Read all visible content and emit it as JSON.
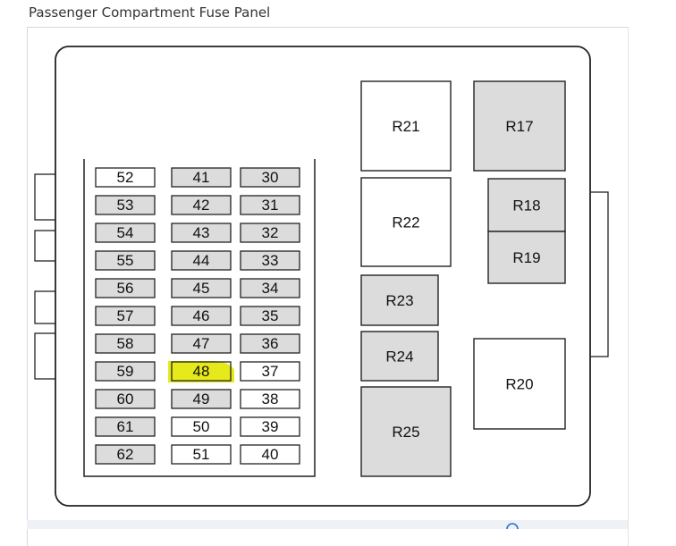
{
  "page": {
    "title": "Passenger Compartment Fuse Panel"
  },
  "colors": {
    "gray_fill": "#dcdcdc",
    "white_fill": "#ffffff",
    "outline": "#222222",
    "highlight": "#e6ea1a"
  },
  "icons": {
    "footer": "zoom-icon"
  },
  "fuse_grid": {
    "columns": [
      {
        "fuses": [
          {
            "label": "52",
            "shaded": false
          },
          {
            "label": "53",
            "shaded": true
          },
          {
            "label": "54",
            "shaded": true
          },
          {
            "label": "55",
            "shaded": true
          },
          {
            "label": "56",
            "shaded": true
          },
          {
            "label": "57",
            "shaded": true
          },
          {
            "label": "58",
            "shaded": true
          },
          {
            "label": "59",
            "shaded": true
          },
          {
            "label": "60",
            "shaded": true
          },
          {
            "label": "61",
            "shaded": true
          },
          {
            "label": "62",
            "shaded": true
          }
        ]
      },
      {
        "fuses": [
          {
            "label": "41",
            "shaded": true
          },
          {
            "label": "42",
            "shaded": true
          },
          {
            "label": "43",
            "shaded": true
          },
          {
            "label": "44",
            "shaded": true
          },
          {
            "label": "45",
            "shaded": true
          },
          {
            "label": "46",
            "shaded": true
          },
          {
            "label": "47",
            "shaded": true
          },
          {
            "label": "48",
            "shaded": true,
            "highlighted": true
          },
          {
            "label": "49",
            "shaded": true
          },
          {
            "label": "50",
            "shaded": false
          },
          {
            "label": "51",
            "shaded": false
          }
        ]
      },
      {
        "fuses": [
          {
            "label": "30",
            "shaded": true
          },
          {
            "label": "31",
            "shaded": true
          },
          {
            "label": "32",
            "shaded": true
          },
          {
            "label": "33",
            "shaded": true
          },
          {
            "label": "34",
            "shaded": true
          },
          {
            "label": "35",
            "shaded": true
          },
          {
            "label": "36",
            "shaded": true
          },
          {
            "label": "37",
            "shaded": false
          },
          {
            "label": "38",
            "shaded": false
          },
          {
            "label": "39",
            "shaded": false
          },
          {
            "label": "40",
            "shaded": false
          }
        ]
      }
    ]
  },
  "relays": [
    {
      "label": "R21",
      "shaded": false
    },
    {
      "label": "R22",
      "shaded": false
    },
    {
      "label": "R23",
      "shaded": true
    },
    {
      "label": "R24",
      "shaded": true
    },
    {
      "label": "R25",
      "shaded": true
    },
    {
      "label": "R17",
      "shaded": true
    },
    {
      "label": "R18",
      "shaded": true
    },
    {
      "label": "R19",
      "shaded": true
    },
    {
      "label": "R20",
      "shaded": false
    }
  ]
}
